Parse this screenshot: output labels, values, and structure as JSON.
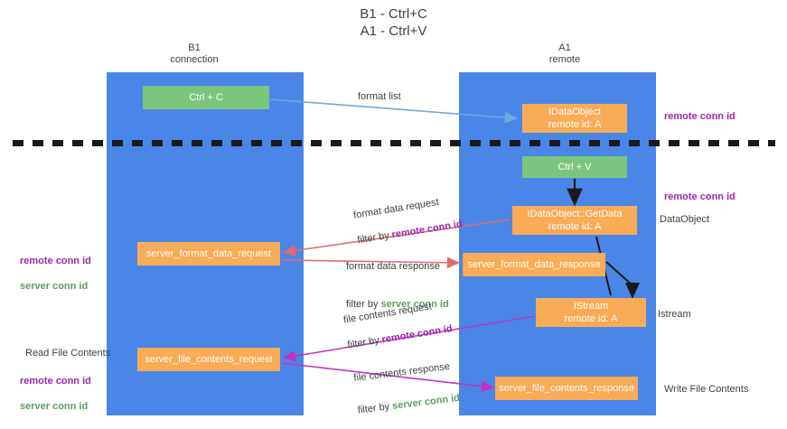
{
  "diagram": {
    "title": "B1 - Ctrl+C\nA1 - Ctrl+V",
    "columns": [
      {
        "name": "left",
        "header": "B1\nconnection"
      },
      {
        "name": "right",
        "header": "A1\nremote"
      }
    ],
    "colors": {
      "lane": "#4a86e8",
      "node_orange": "#f9ab55",
      "node_green": "#7bc67e",
      "remote_conn_id": "#9c27b0",
      "server_conn_id": "#5c9e5f",
      "arrow_blue": "#6fa8dc",
      "arrow_red": "#e06c6c",
      "arrow_magenta": "#c034c0",
      "arrow_black": "#1a1a1a",
      "separator": "#1a1a1a",
      "text": "#3c4043"
    },
    "nodes": [
      {
        "id": "ctrl-c",
        "label": "Ctrl + C",
        "style": "green",
        "lane": "left"
      },
      {
        "id": "idataobject",
        "label": "IDataObject\nremote id: A",
        "style": "orange",
        "lane": "right"
      },
      {
        "id": "ctrl-v",
        "label": "Ctrl + V",
        "style": "green",
        "lane": "right"
      },
      {
        "id": "idataobject-getdata",
        "label": "IDataObject::GetData\nremote id: A",
        "style": "orange",
        "lane": "right"
      },
      {
        "id": "server-format-data-request",
        "label": "server_format_data_request",
        "style": "orange",
        "lane": "left"
      },
      {
        "id": "server-format-data-response",
        "label": "server_format_data_response",
        "style": "orange",
        "lane": "right"
      },
      {
        "id": "istream",
        "label": "IStream\nremote id: A",
        "style": "orange",
        "lane": "right"
      },
      {
        "id": "server-file-contents-request",
        "label": "server_file_contents_request",
        "style": "orange",
        "lane": "left"
      },
      {
        "id": "server-file-contents-response",
        "label": "server_file_contents_response",
        "style": "orange",
        "lane": "right"
      }
    ],
    "edge_labels": {
      "format_list": "format list",
      "format_data_request": "format data request",
      "format_data_request_filter_prefix": "filter by ",
      "format_data_request_filter_key": "remote conn id",
      "format_data_response": "format data response",
      "format_data_response_filter_prefix": "filter by ",
      "format_data_response_filter_key": "server conn id",
      "file_contents_request": "file contents request",
      "file_contents_request_filter_prefix": "filter by ",
      "file_contents_request_filter_key": "remote conn id",
      "file_contents_response": "file contents response",
      "file_contents_response_filter_prefix": "filter by ",
      "file_contents_response_filter_key": "server conn id"
    },
    "annotations": {
      "right": [
        {
          "id": "remote-conn-id-top",
          "text": "remote conn id",
          "key": "remote"
        },
        {
          "id": "remote-conn-id-mid",
          "text": "remote conn id",
          "key": "remote"
        },
        {
          "id": "dataobject",
          "text": "DataObject",
          "key": "plain"
        },
        {
          "id": "istream",
          "text": "Istream",
          "key": "plain"
        },
        {
          "id": "write-file-contents",
          "text": "Write File Contents",
          "key": "plain"
        }
      ],
      "left": [
        {
          "id": "legend-format",
          "remote": "remote conn id",
          "server": "server conn id"
        },
        {
          "id": "read-file-contents",
          "text": "Read File Contents"
        },
        {
          "id": "legend-file",
          "remote": "remote conn id",
          "server": "server conn id"
        }
      ]
    }
  }
}
